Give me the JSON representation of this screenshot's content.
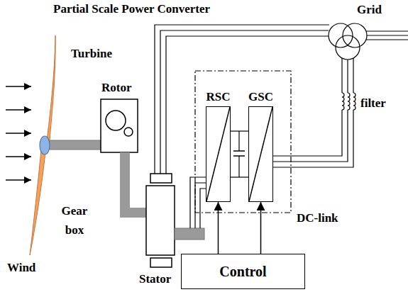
{
  "diagram": {
    "title": "Partial Scale Power Converter",
    "nodes": [
      {
        "text": [
          "RSC"
        ]
      },
      {
        "text": [
          "GSC"
        ]
      },
      {
        "text": [
          "Control"
        ]
      }
    ],
    "edges": [
      {
        "from": 2,
        "to": 0,
        "arrow": "to"
      },
      {
        "from": 2,
        "to": 1,
        "arrow": "to"
      }
    ],
    "labels": [
      "Grid",
      "Turbine",
      "Rotor",
      "filter",
      "Wind",
      "Gear box",
      "Stator",
      "DC-link"
    ]
  }
}
